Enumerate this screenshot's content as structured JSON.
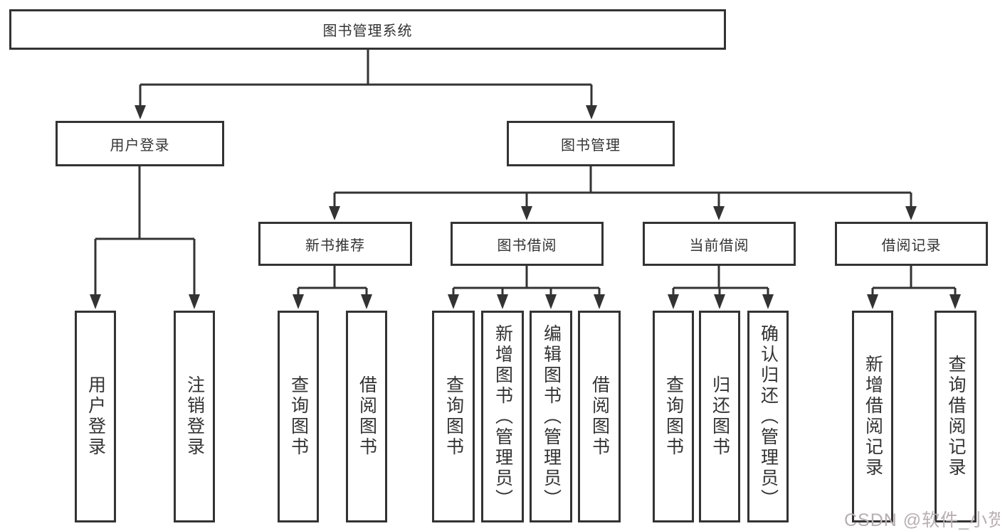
{
  "tree": {
    "root": "图书管理系统",
    "branches": {
      "user_login": {
        "label": "用户登录",
        "children": [
          "用户登录",
          "注销登录"
        ]
      },
      "book_management": {
        "label": "图书管理",
        "sections": [
          {
            "label": "新书推荐",
            "children": [
              "查询图书",
              "借阅图书"
            ]
          },
          {
            "label": "图书借阅",
            "children": [
              "查询图书",
              "新增图书（管理员）",
              "编辑图书（管理员）",
              "借阅图书"
            ]
          },
          {
            "label": "当前借阅",
            "children": [
              "查询图书",
              "归还图书",
              "确认归还（管理员）"
            ]
          },
          {
            "label": "借阅记录",
            "children": [
              "新增借阅记录",
              "查询借阅记录"
            ]
          }
        ]
      }
    }
  },
  "watermark": "CSDN @软件_小贺同学",
  "colors": {
    "line": "#333333",
    "text": "#333333",
    "watermark": "#b9aeb2",
    "background": "#ffffff"
  }
}
